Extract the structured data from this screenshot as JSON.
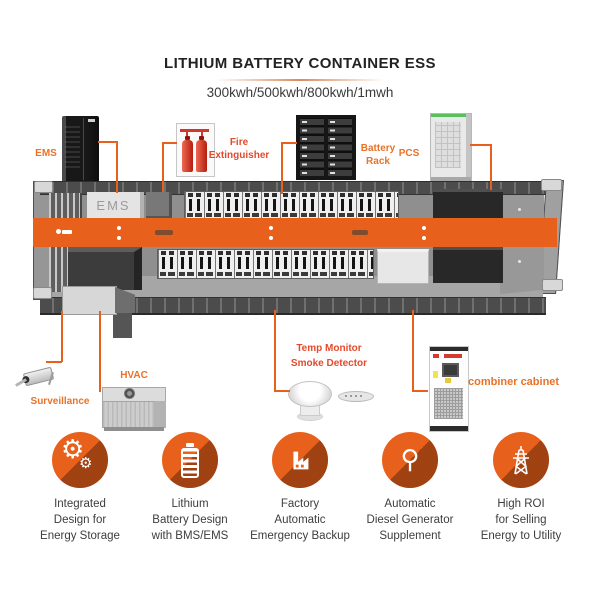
{
  "header": {
    "title": "LITHIUM BATTERY CONTAINER ESS",
    "subtitle": "300kwh/500kwh/800kwh/1mwh"
  },
  "callouts": {
    "ems": "EMS",
    "fire_extinguisher": "Fire Extinguisher",
    "battery_rack": "Battery Rack",
    "pcs": "PCS",
    "surveillance": "Surveillance",
    "hvac": "HVAC",
    "temp_monitor_smoke_detector": "Temp Monitor Smoke Detector",
    "combiner_cabinet": "combiner cabinet"
  },
  "container": {
    "ems_panel_label": "EMS"
  },
  "features": [
    {
      "icon": "gears-icon",
      "label": "Integrated\nDesign for\nEnergy Storage"
    },
    {
      "icon": "battery-icon",
      "label": "Lithium\nBattery Design\nwith BMS/EMS"
    },
    {
      "icon": "factory-icon",
      "label": "Factory\nAutomatic\nEmergency Backup"
    },
    {
      "icon": "tools-icon",
      "label": "Automatic\nDiesel Generator\nSupplement"
    },
    {
      "icon": "power-tower-icon",
      "label": "High ROI\nfor Selling\nEnergy to Utility"
    }
  ],
  "colors": {
    "accent": "#e8611c",
    "callout": "#e87228",
    "alert": "#e34a2c",
    "text": "#3d3d3d"
  }
}
